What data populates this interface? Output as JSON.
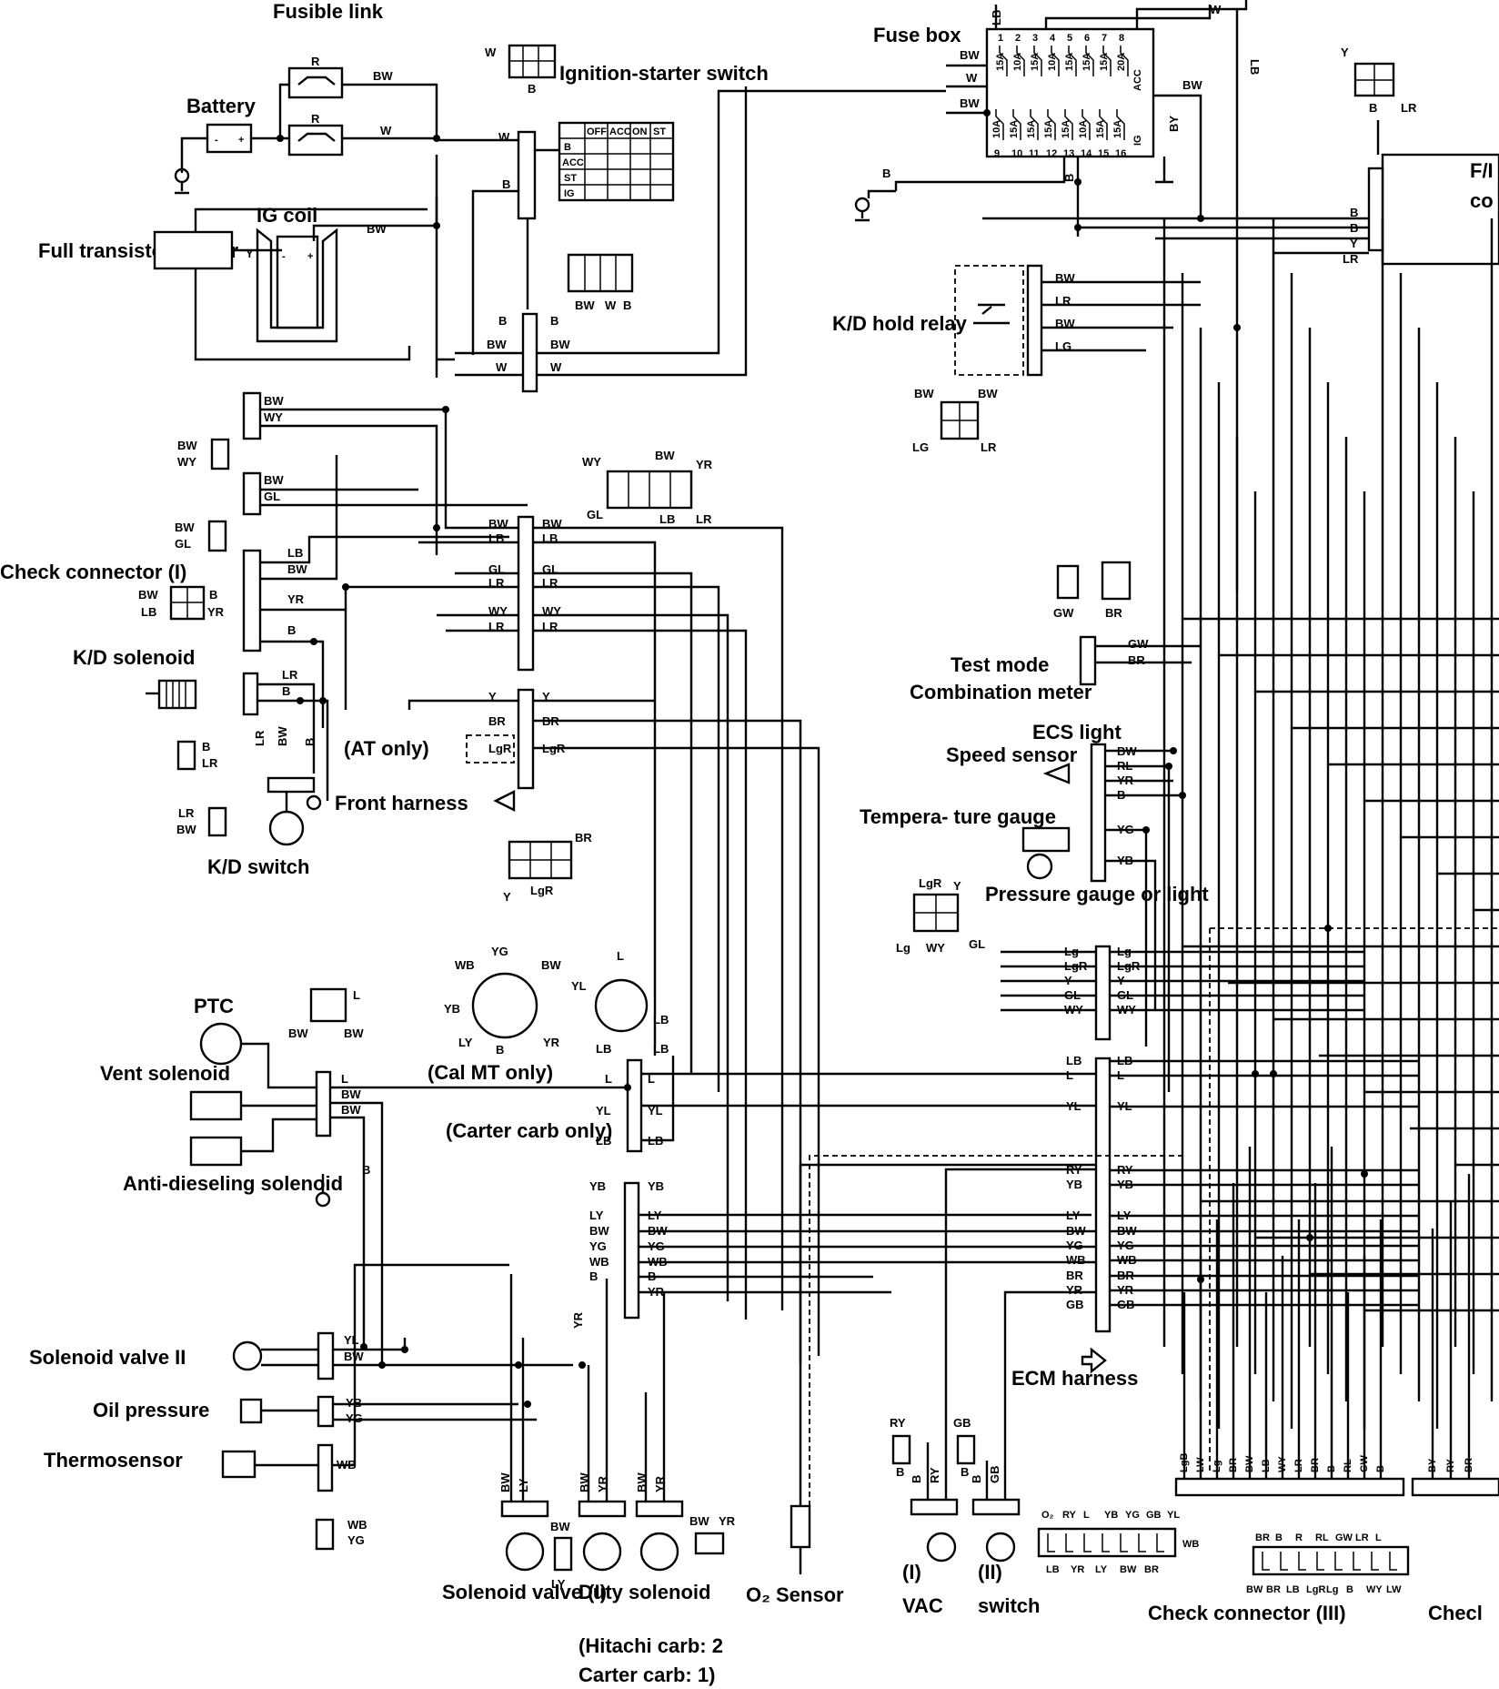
{
  "labels": {
    "fusible_link": "Fusible link",
    "battery": "Battery",
    "ig_coil": "IG coil",
    "full_transistor_igniter": "Full transistor igniter",
    "ignition_starter_switch": "Ignition-starter switch",
    "fuse_box": "Fuse box",
    "kd_hold_relay": "K/D hold relay",
    "check_connector_1": "Check connector (I)",
    "kd_solenoid": "K/D solenoid",
    "at_only": "(AT only)",
    "front_harness": "Front harness",
    "kd_switch": "K/D switch",
    "test_mode": "Test mode",
    "combination_meter": "Combination meter",
    "ecs_light": "ECS light",
    "speed_sensor": "Speed sensor",
    "temperature_gauge": "Tempera- ture gauge",
    "pressure_gauge": "Pressure gauge or light",
    "ptc": "PTC",
    "vent_solenoid": "Vent solenoid",
    "anti_dieseling": "Anti-dieseling solenoid",
    "cal_mt_only": "(Cal MT only)",
    "carter_carb_only": "(Carter carb only)",
    "solenoid_valve_2": "Solenoid valve II",
    "oil_pressure": "Oil pressure",
    "thermosensor": "Thermosensor",
    "solenoid_valve_1": "Solenoid valve (I)",
    "duty_solenoid": "Duty solenoid",
    "duty_note_1": "(Hitachi carb: 2",
    "duty_note_2": "Carter carb: 1)",
    "o2_sensor": "O₂ Sensor",
    "vac_1": "(I)",
    "vac_2": "(II)",
    "vac": "VAC",
    "switch": "switch",
    "ecm_harness": "ECM harness",
    "check_connector_3": "Check connector (III)",
    "check_cut": "Checl",
    "fi_cut": "F/I",
    "co_cut": "co"
  },
  "switch_table": {
    "cols": [
      "OFF",
      "ACC",
      "ON",
      "ST"
    ],
    "rows": [
      "B",
      "ACC",
      "ST",
      "IG"
    ]
  },
  "fuse_box": {
    "top_numbers": [
      "1",
      "2",
      "3",
      "4",
      "5",
      "6",
      "7",
      "8"
    ],
    "top_ratings": [
      "15A",
      "10A",
      "15A",
      "10A",
      "15A",
      "15A",
      "15A",
      "20A"
    ],
    "bottom_numbers": [
      "9",
      "10",
      "11",
      "12",
      "13",
      "14",
      "15",
      "16"
    ],
    "bottom_ratings": [
      "10A",
      "15A",
      "15A",
      "15A",
      "15A",
      "10A",
      "15A",
      "15A"
    ],
    "acc": "ACC",
    "ig": "IG"
  },
  "wire_codes": {
    "R": "R",
    "W": "W",
    "B": "B",
    "BW": "BW",
    "WY": "WY",
    "GL": "GL",
    "LB": "LB",
    "YR": "YR",
    "LR": "LR",
    "Y": "Y",
    "BR": "BR",
    "LgR": "LgR",
    "GW": "GW",
    "RL": "RL",
    "YG": "YG",
    "YB": "YB",
    "Lg": "Lg",
    "L": "L",
    "YL": "YL",
    "RY": "RY",
    "WB": "WB",
    "GB": "GB",
    "LY": "LY",
    "BY": "BY",
    "LG": "LG",
    "O2": "O₂",
    "LW": "LW"
  },
  "ecm_harness_pins": [
    "LgB",
    "LW",
    "Lg",
    "BR",
    "BW",
    "LB",
    "WY",
    "LR",
    "BR",
    "B",
    "RL",
    "GW",
    "B"
  ],
  "ecm_harness_pins_2": [
    "BY",
    "RY",
    "BR"
  ],
  "check3_top": [
    "BR",
    "B",
    "R",
    "RL",
    "GW",
    "LR",
    "L"
  ],
  "check3_bottom": [
    "BW",
    "BR",
    "LB",
    "LgR",
    "Lg",
    "B",
    "WY",
    "LW"
  ],
  "vac_conn": [
    "O₂",
    "RY",
    "L",
    "YB",
    "YG",
    "GB",
    "YL"
  ],
  "vac_conn_bottom": [
    "LB",
    "YR",
    "LY",
    "BW",
    "BR"
  ]
}
